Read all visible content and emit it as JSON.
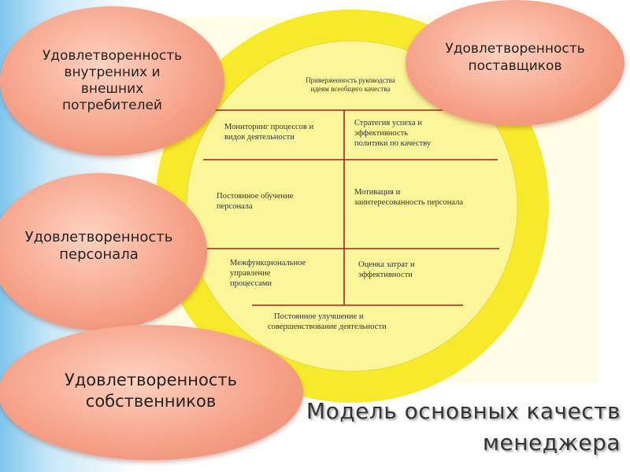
{
  "colors": {
    "outer_ring": "#f7ea2b",
    "inner_circle": "#fbf69a",
    "divider": "#a52121",
    "blob": "#f6a48b",
    "panel": "#fffde6"
  },
  "outer_blobs": {
    "top_left": [
      "Удовлетворенность",
      "внутренних и",
      "внешних",
      "потребителей"
    ],
    "top_right": [
      "Удовлетворенность",
      "поставщиков"
    ],
    "middle_left": [
      "Удовлетворенность",
      "персонала"
    ],
    "bottom_left": [
      "Удовлетворенность",
      "собственников"
    ]
  },
  "circle_cells": {
    "top": [
      "Приверженность руководства",
      "идеям всеобщего качества"
    ],
    "row1_left": [
      "Мониторинг процессов и",
      "видов деятельности"
    ],
    "row1_right": [
      "Стратегия успеха и",
      "эффективность",
      "политики по качеству"
    ],
    "row2_left": [
      "Постоянное обучение",
      "персонала"
    ],
    "row2_right": [
      "Мотивация и",
      "заинтересованность персонала"
    ],
    "row3_left": [
      "Межфункциональное",
      "управление",
      "процессами"
    ],
    "row3_right": [
      "Оценка затрат и",
      "эффективности"
    ],
    "bottom": [
      "Постоянное улучшение и",
      "совершенствование деятельности"
    ]
  },
  "title": [
    "Модель основных качеств",
    "менеджера"
  ]
}
